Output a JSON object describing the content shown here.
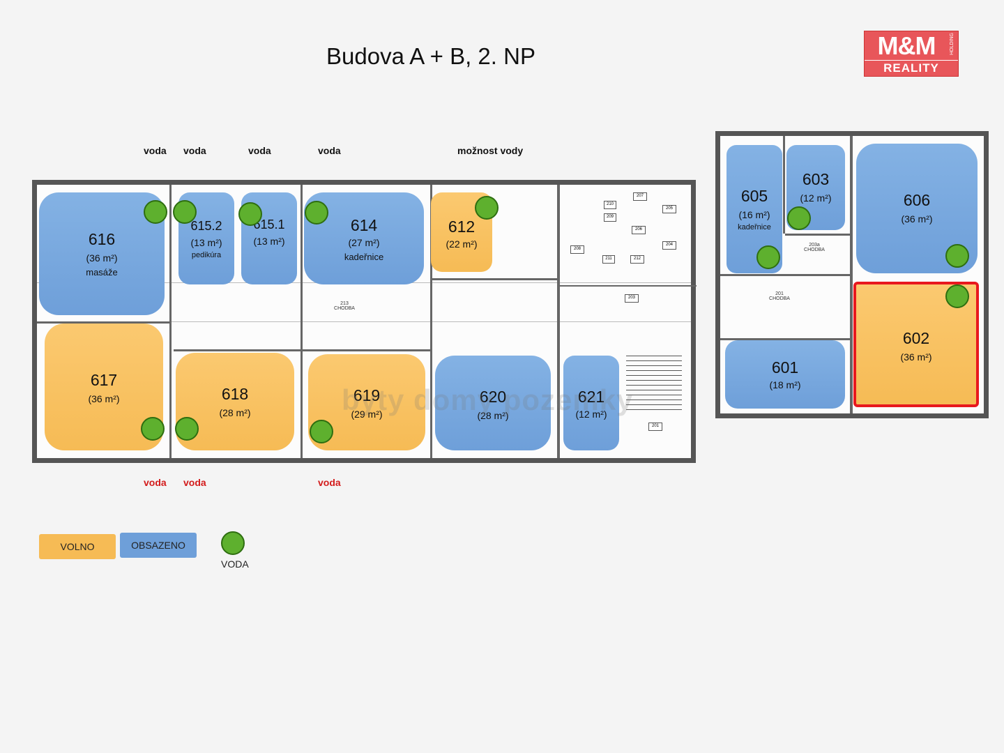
{
  "title": "Budova A + B, 2. NP",
  "logo": {
    "top": "M&M",
    "bottom": "REALITY",
    "side": "HOLDING"
  },
  "water_top": [
    "voda",
    "voda",
    "voda",
    "voda",
    "možnost vody"
  ],
  "water_bottom": [
    "voda",
    "voda",
    "voda"
  ],
  "rooms": {
    "r616": {
      "num": "616",
      "area": "(36 m²)",
      "label": "masáže"
    },
    "r6152": {
      "num": "615.2",
      "area": "(13 m²)",
      "label": "pedikúra"
    },
    "r6151": {
      "num": "615.1",
      "area": "(13 m²)"
    },
    "r614": {
      "num": "614",
      "area": "(27 m²)",
      "label": "kadeřnice"
    },
    "r612": {
      "num": "612",
      "area": "(22 m²)"
    },
    "r617": {
      "num": "617",
      "area": "(36 m²)"
    },
    "r618": {
      "num": "618",
      "area": "(28 m²)"
    },
    "r619": {
      "num": "619",
      "area": "(29 m²)"
    },
    "r620": {
      "num": "620",
      "area": "(28 m²)"
    },
    "r621": {
      "num": "621",
      "area": "(12 m²)"
    },
    "r605": {
      "num": "605",
      "area": "(16 m²)",
      "label": "kadeřnice"
    },
    "r603": {
      "num": "603",
      "area": "(12 m²)"
    },
    "r606": {
      "num": "606",
      "area": "(36 m²)"
    },
    "r601": {
      "num": "601",
      "area": "(18 m²)"
    },
    "r602": {
      "num": "602",
      "area": "(36 m²)"
    }
  },
  "corridor_a": {
    "num": "213",
    "name": "CHODBA"
  },
  "corridor_b": {
    "num": "201",
    "name": "CHODBA"
  },
  "corridor_b2": {
    "num": "203a",
    "name": "CHODBA"
  },
  "small_rooms": [
    "207",
    "205",
    "210",
    "209",
    "206",
    "204",
    "208",
    "211",
    "212",
    "203",
    "201"
  ],
  "legend": {
    "free": "VOLNO",
    "occupied": "OBSAZENO",
    "water": "VODA"
  },
  "watermark": "byty domy pozemky",
  "colors": {
    "free": "#f6bb55",
    "occupied": "#6e9fd9",
    "water": "#5eb02e",
    "selected": "#e8181e"
  }
}
